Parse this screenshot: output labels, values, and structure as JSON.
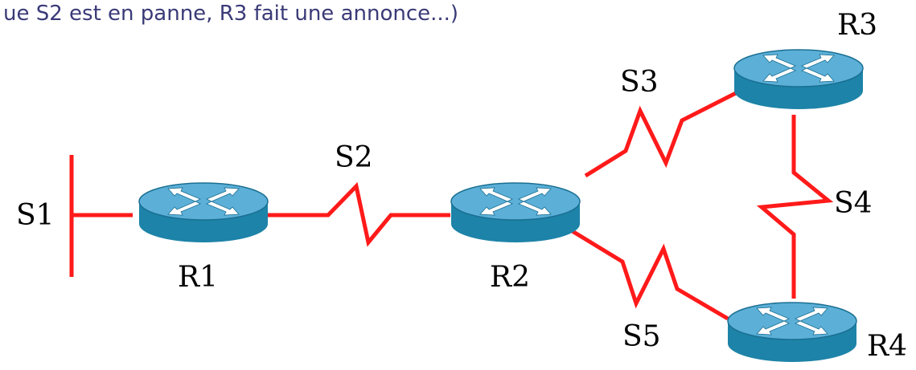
{
  "caption": "ue S2 est en panne, R3 fait une annonce...)",
  "colors": {
    "link": "#ff1a1a",
    "router_side": "#1d83a8",
    "router_top": "#5cb0d8",
    "router_edge": "#1a6f92",
    "arrow": "#ffffff",
    "caption": "#3a3a78"
  },
  "icons": {
    "router": "router-icon"
  },
  "routers": [
    {
      "id": "r1",
      "label": "R1"
    },
    {
      "id": "r2",
      "label": "R2"
    },
    {
      "id": "r3",
      "label": "R3"
    },
    {
      "id": "r4",
      "label": "R4"
    }
  ],
  "links": [
    {
      "id": "s1",
      "label": "S1",
      "kind": "ethernet segment"
    },
    {
      "id": "s2",
      "label": "S2",
      "kind": "serial",
      "from": "R1",
      "to": "R2"
    },
    {
      "id": "s3",
      "label": "S3",
      "kind": "serial",
      "from": "R2",
      "to": "R3"
    },
    {
      "id": "s4",
      "label": "S4",
      "kind": "serial",
      "from": "R3",
      "to": "R4"
    },
    {
      "id": "s5",
      "label": "S5",
      "kind": "serial",
      "from": "R2",
      "to": "R4"
    }
  ]
}
